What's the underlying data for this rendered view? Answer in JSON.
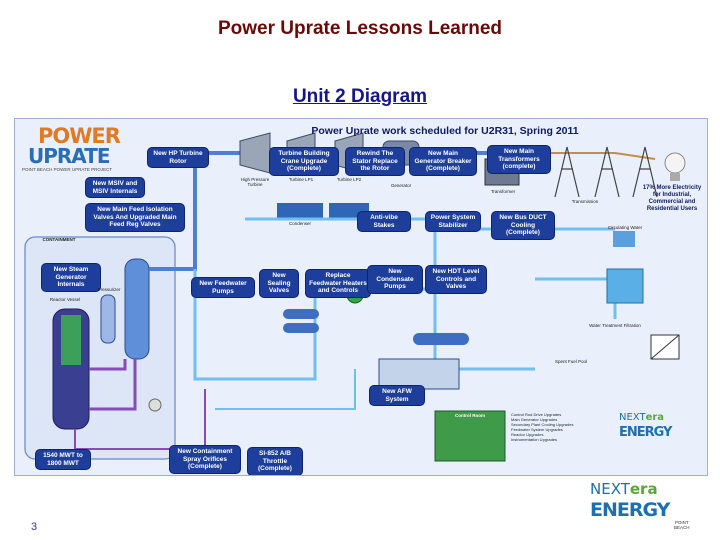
{
  "slide": {
    "title": "Power Uprate Lessons Learned",
    "subtitle": "Unit 2 Diagram",
    "page_number": "3"
  },
  "diagram": {
    "heading": "Power Uprate work scheduled for U2R31, Spring 2011",
    "logo": {
      "line1": "POWER",
      "line2": "UPRATE",
      "tagline": "POINT BEACH POWER UPRATE PROJECT"
    },
    "callouts": {
      "hp_turbine": "New HP Turbine Rotor",
      "crane": "Turbine Building Crane Upgrade (Complete)",
      "stator": "Rewind The Stator Replace the Rotor",
      "gen_breaker": "New Main Generator Breaker (Complete)",
      "transformers": "New Main Transformers (complete)",
      "msiv": "New MSIV and MSIV Internals",
      "feed_iso": "New Main Feed Isolation Valves And Upgraded Main Feed Reg Valves",
      "anti_vibe": "Anti-vibe Stakes",
      "stabilizer": "Power System Stabilizer",
      "bus_duct": "New Bus DUCT Cooling (Complete)",
      "steam_gen": "New Steam Generator Internals",
      "feedwater_pumps": "New Feedwater Pumps",
      "cond_pumps": "New Condensate Pumps",
      "hdt": "New HDT Level Controls and Valves",
      "sealing": "New Sealing Valves",
      "fw_heaters": "Replace Feedwater Heaters and Controls",
      "afw": "New AFW System",
      "spray": "New Containment Spray Orifices (Complete)",
      "mwt": "1540 MWT to 1800 MWT",
      "throttle": "SI-852 A/B Throttle (Complete)"
    },
    "small_labels": {
      "containment": "CONTAINMENT",
      "hp_turbine_lbl": "High Pressure Turbine",
      "lp1": "Turbine LP1",
      "lp2": "Turbine LP2",
      "generator": "Generator",
      "transformer": "Transformer",
      "condenser": "Condenser",
      "reactor": "Reactor Vessel",
      "pressurizer": "Pressurizer",
      "cooling_tower": "Circulating Water",
      "fw_filtration": "Water Treatment Filtration",
      "control_room": "Control Room",
      "spent_fuel": "Spent Fuel Pool",
      "electricity_grid": "Transmission"
    },
    "right_note": "17% More Electricity for Industrial, Commercial and Residential Users",
    "legend": [
      "Control Rod Drive Upgrades",
      "Main Generator Upgrades",
      "Secondary Plant Cooling Upgrades",
      "Feedwater System Upgrades",
      "Reactor Upgrades",
      "Instrumentation Upgrades"
    ]
  },
  "branding": {
    "company_next": "NEXT",
    "company_era": "era",
    "company_energy": "ENERGY",
    "site_line1": "POINT",
    "site_line2": "BEACH"
  },
  "colors": {
    "title": "#6b0808",
    "subtitle": "#16168a",
    "callout_blue": "#1e3e9b",
    "pipe_steam": "#4f7fd0",
    "pipe_water": "#6fc0ee",
    "pipe_purple": "#8a4ab8"
  }
}
